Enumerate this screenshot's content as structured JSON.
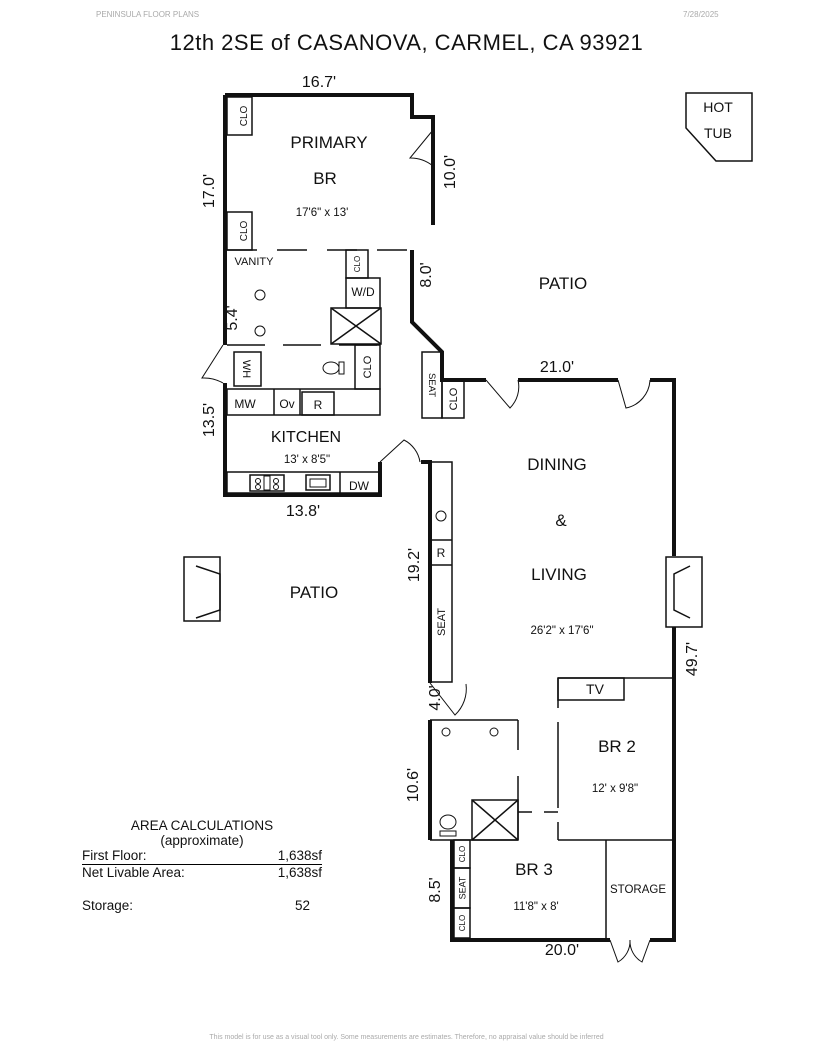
{
  "header": {
    "brand": "PENINSULA FLOOR PLANS",
    "date": "7/28/2025",
    "title": "12th 2SE of CASANOVA, CARMEL, CA  93921"
  },
  "rooms": {
    "primary_line1": "PRIMARY",
    "primary_line2": "BR",
    "primary_dims": "17'6\" x 13'",
    "vanity": "VANITY",
    "wd": "W/D",
    "kitchen": "KITCHEN",
    "kitchen_dims": "13' x 8'5\"",
    "mw": "MW",
    "ov": "Ov",
    "r": "R",
    "dw": "DW",
    "wh": "WH",
    "clo": "CLO",
    "seat": "SEAT",
    "dining": "DINING",
    "amp": "&",
    "living": "LIVING",
    "living_dims": "26'2\" x 17'6\"",
    "tv": "TV",
    "br2": "BR 2",
    "br2_dims": "12' x 9'8\"",
    "br3": "BR 3",
    "br3_dims": "11'8\" x 8'",
    "storage": "STORAGE",
    "patio": "PATIO",
    "hot": "HOT",
    "tub": "TUB"
  },
  "dimensions": {
    "d_16_7": "16.7'",
    "d_17_0": "17.0'",
    "d_10_0": "10.0'",
    "d_8_0": "8.0'",
    "d_5_4": "5.4'",
    "d_13_5": "13.5'",
    "d_13_8": "13.8'",
    "d_21_0": "21.0'",
    "d_19_2": "19.2'",
    "d_49_7": "49.7'",
    "d_4_0": "4.0'",
    "d_10_6": "10.6'",
    "d_8_5": "8.5'",
    "d_20_0": "20.0'"
  },
  "area": {
    "title": "AREA CALCULATIONS",
    "subtitle": "(approximate)",
    "first_floor_label": "First  Floor:",
    "first_floor_value": "1,638sf",
    "net_label": "Net Livable Area:",
    "net_value": "1,638sf",
    "storage_label": "Storage:",
    "storage_value": "52"
  },
  "footer": "This model is for use as a visual tool only. Some measurements are estimates. Therefore, no appraisal value should be inferred"
}
